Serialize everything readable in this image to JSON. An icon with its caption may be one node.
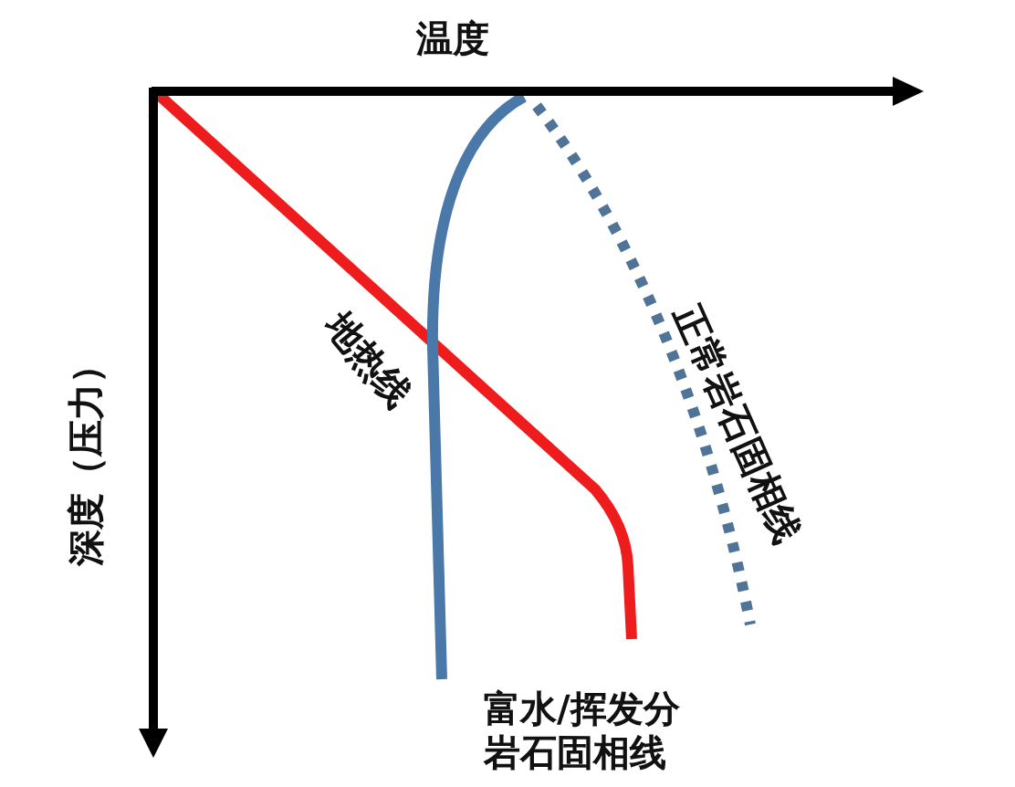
{
  "diagram": {
    "labels": [
      "温度",
      "深度（压力）",
      "地热线",
      "正常岩石固相线",
      "富水/挥发分岩石固相线"
    ]
  }
}
